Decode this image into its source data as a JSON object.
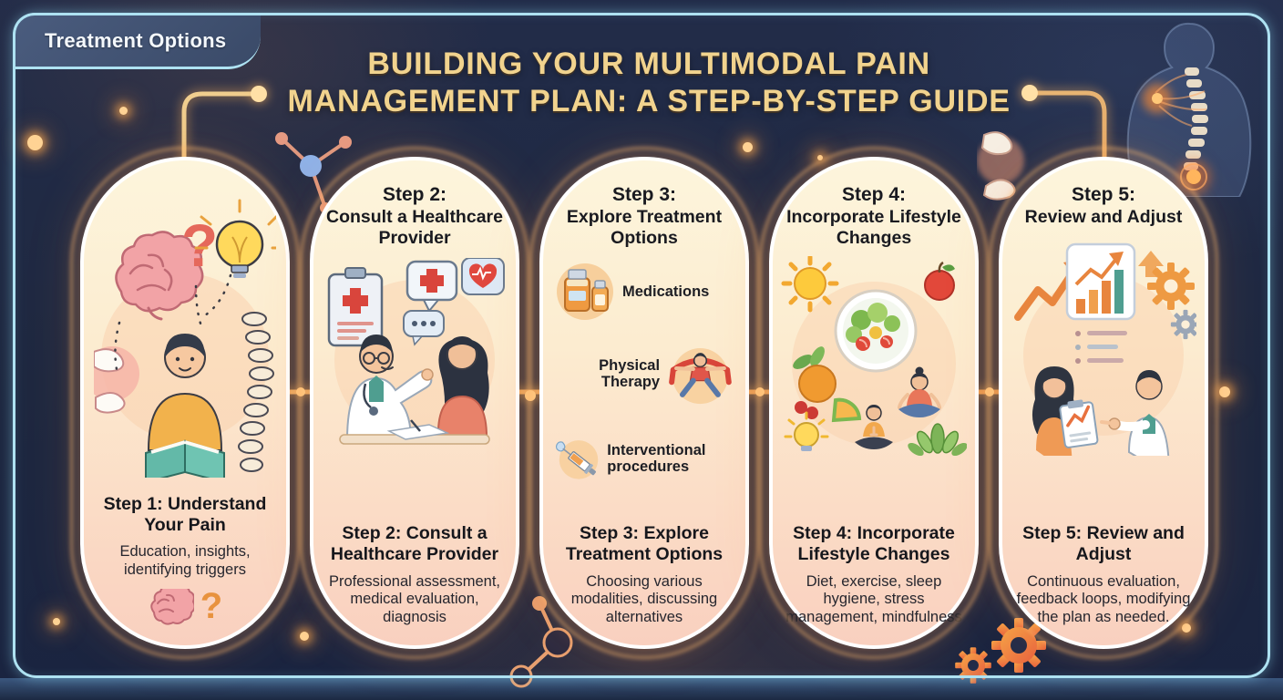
{
  "frame": {
    "badge_label": "Treatment Options"
  },
  "title": {
    "line1": "BUILDING YOUR MULTIMODAL PAIN",
    "line2": "MANAGEMENT PLAN: A STEP-BY-STEP GUIDE"
  },
  "steps": [
    {
      "bottom_heading": "Step 1: Understand Your Pain",
      "description": "Education, insights, identifying triggers",
      "icons": [
        "brain-icon",
        "question-mark-icon",
        "lightbulb-icon",
        "spine-icon",
        "knee-joint-icon",
        "person-reading-icon"
      ]
    },
    {
      "label": "Step 2:",
      "title": "Consult a Healthcare Provider",
      "bottom_heading": "Step 2: Consult a Healthcare Provider",
      "description": "Professional assessment, medical evaluation, diagnosis",
      "icons": [
        "clipboard-icon",
        "medical-cross-bubble-icon",
        "heart-ecg-bubble-icon",
        "doctor-patient-illustration"
      ]
    },
    {
      "label": "Step 3:",
      "title": "Explore Treatment Options",
      "options": [
        "Medications",
        "Physical Therapy",
        "Interventional procedures"
      ],
      "bottom_heading": "Step 3: Explore Treatment Options",
      "description": "Choosing various modalities, discussing alternatives",
      "icons": [
        "medicine-bottles-icon",
        "exercise-band-icon",
        "syringe-icon"
      ]
    },
    {
      "label": "Step 4:",
      "title": "Incorporate Lifestyle Changes",
      "bottom_heading": "Step 4: Incorporate Lifestyle Changes",
      "description": "Diet, exercise, sleep hygiene, stress management, mindfulness",
      "icons": [
        "sun-icon",
        "salad-bowl-icon",
        "apple-icon",
        "citrus-icon",
        "meditation-icon",
        "lightbulb-icon",
        "leaves-icon"
      ]
    },
    {
      "label": "Step 5:",
      "title": "Review and Adjust",
      "bottom_heading": "Step 5: Review and Adjust",
      "description": "Continuous evaluation, feedback loops, modifying the plan as needed.",
      "icons": [
        "trend-arrow-icon",
        "bar-chart-icon",
        "gear-icon",
        "clipboard-review-illustration"
      ]
    }
  ],
  "colors": {
    "background": "#1e2840",
    "frame_border": "#aee2f2",
    "title_gold": "#f1d38e",
    "card_top": "#fdf5dc",
    "card_bottom": "#f9d0bf",
    "connector_gold": "#f2b96a",
    "heading_text": "#16171c"
  }
}
